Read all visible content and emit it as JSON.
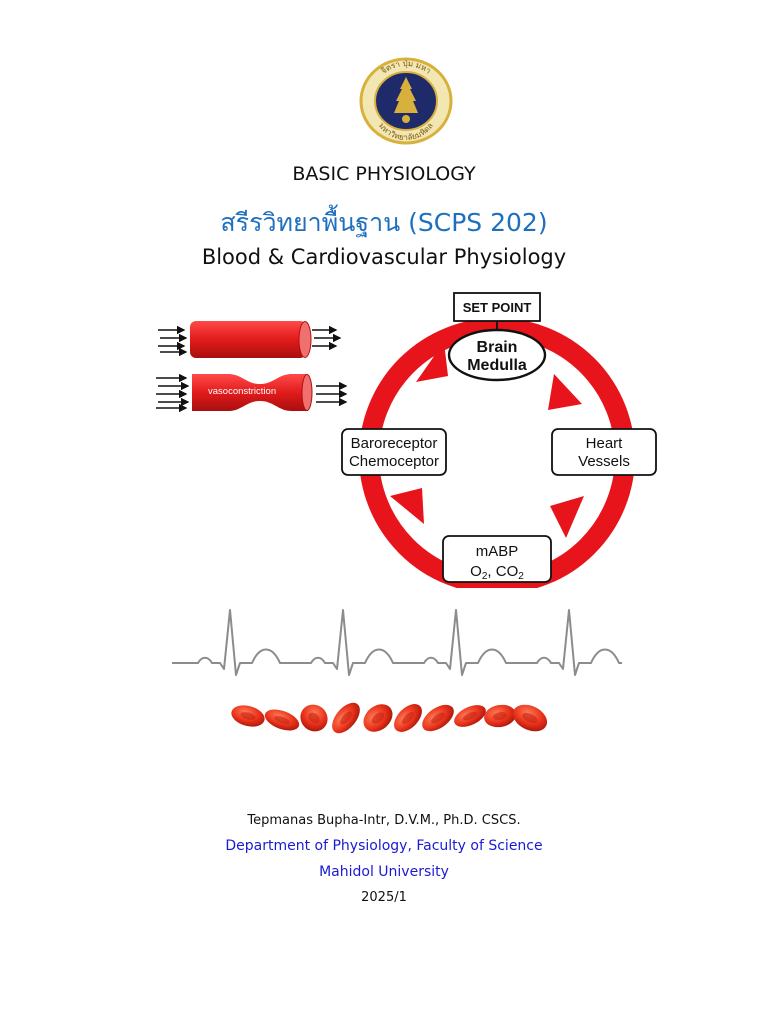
{
  "logo": {
    "ring_text_top": "จิตรา  ปุ่ม  มหา",
    "ring_text_bottom": "มหาวิทยาลัยมหิดล",
    "colors": {
      "navy": "#1f2a6b",
      "gold": "#d8b13c",
      "ring": "#f2e6b3"
    }
  },
  "header": {
    "course": "BASIC PHYSIOLOGY",
    "thai_title": "สรีรวิทยาพื้นฐาน (SCPS 202)",
    "subject": "Blood & Cardiovascular Physiology"
  },
  "diagram": {
    "vessel_label": "vasoconstriction",
    "set_point": "SET POINT",
    "center": {
      "line1": "Brain",
      "line2": "Medulla"
    },
    "left_box": {
      "line1": "Baroreceptor",
      "line2": "Chemoceptor"
    },
    "right_box": {
      "line1": "Heart",
      "line2": "Vessels"
    },
    "bottom_box": {
      "line1": "mABP",
      "o": "O",
      "sub2a": "2",
      "co": ", CO",
      "sub2b": "2"
    },
    "colors": {
      "loop": "#e8141b",
      "vessel": "#e21b1b"
    }
  },
  "footer": {
    "author": "Tepmanas  Bupha-Intr, D.V.M., Ph.D. CSCS.",
    "department": "Department of Physiology, Faculty of Science",
    "university": "Mahidol University",
    "term": "2025/1"
  }
}
